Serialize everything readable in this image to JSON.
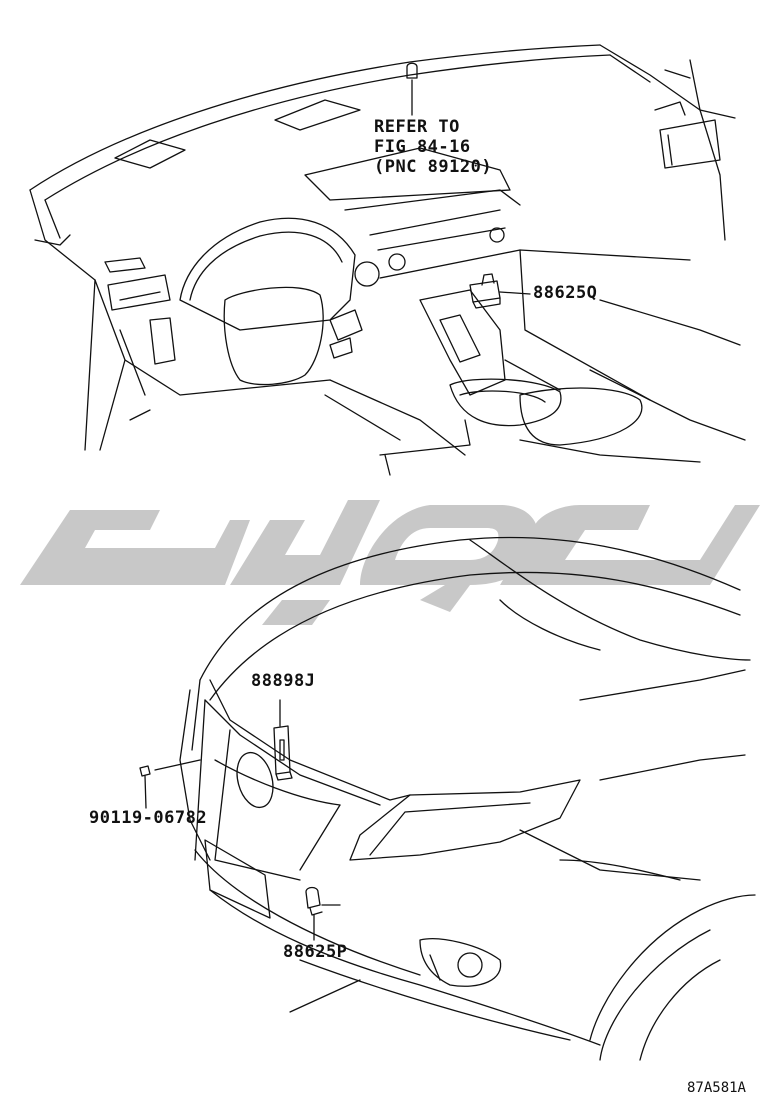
{
  "reference_note": {
    "lines": [
      "REFER TO",
      "FIG 84-16",
      "(PNC 89120)"
    ]
  },
  "parts": [
    {
      "id": "part-88625q",
      "label": "88625Q"
    },
    {
      "id": "part-88898j",
      "label": "88898J"
    },
    {
      "id": "part-90119-06782",
      "label": "90119-06782"
    },
    {
      "id": "part-88625p",
      "label": "88625P"
    }
  ],
  "figure_code": "87A581A",
  "colors": {
    "line": "#111111",
    "watermark": "#c8c8c8",
    "background": "#ffffff"
  }
}
